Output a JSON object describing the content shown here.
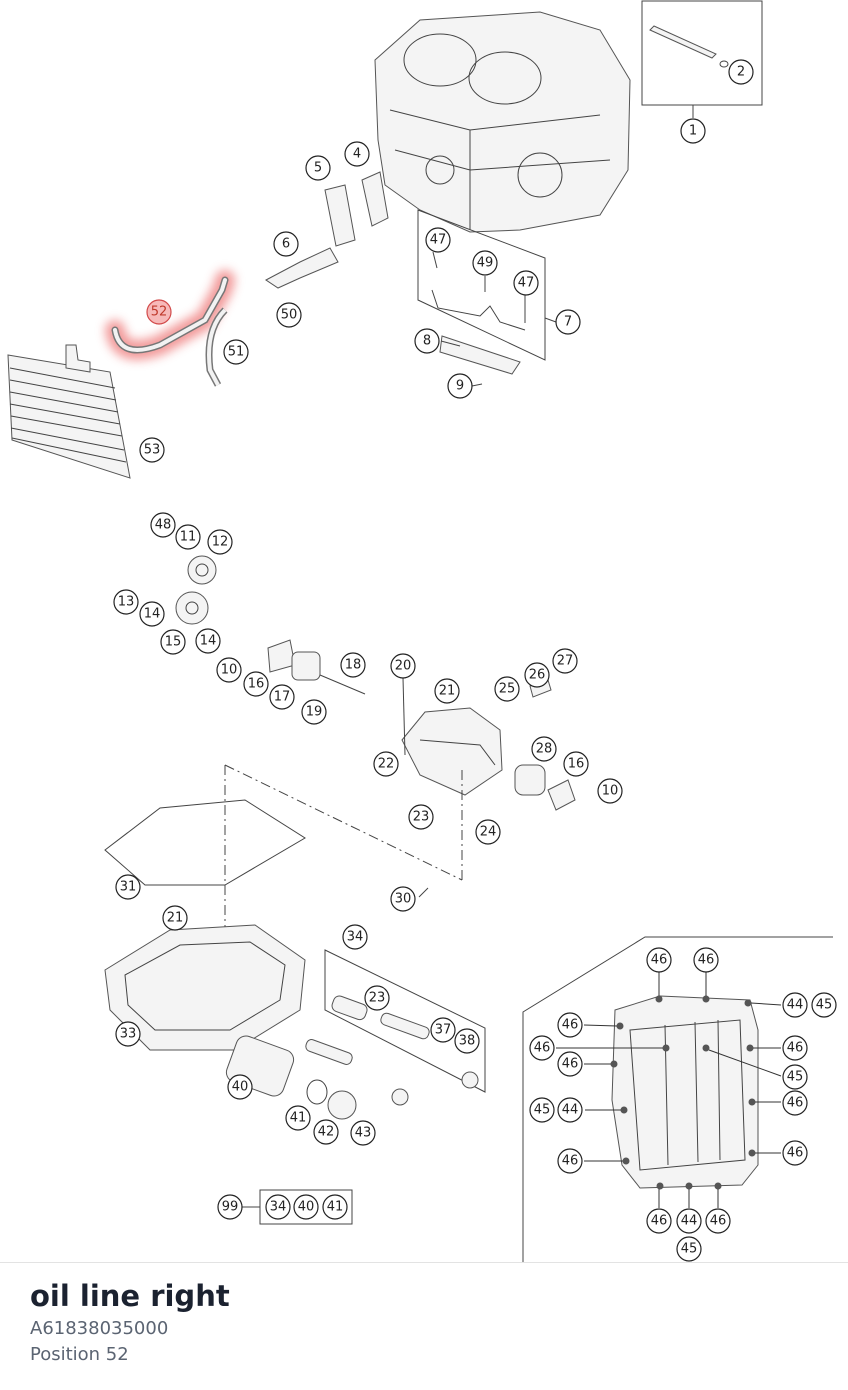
{
  "part": {
    "name": "oil line right",
    "number": "A61838035000",
    "position_label": "Position 52"
  },
  "highlighted_callout": "52",
  "callouts": {
    "c1": "1",
    "c2": "2",
    "c4": "4",
    "c5": "5",
    "c6": "6",
    "c7": "7",
    "c8": "8",
    "c9": "9",
    "c10a": "10",
    "c10b": "10",
    "c11": "11",
    "c12": "12",
    "c13": "13",
    "c14a": "14",
    "c14b": "14",
    "c15": "15",
    "c16a": "16",
    "c16b": "16",
    "c17": "17",
    "c18": "18",
    "c19": "19",
    "c20": "20",
    "c21a": "21",
    "c21b": "21",
    "c22": "22",
    "c23a": "23",
    "c23b": "23",
    "c24": "24",
    "c25": "25",
    "c26": "26",
    "c27": "27",
    "c28": "28",
    "c30": "30",
    "c31": "31",
    "c33": "33",
    "c34a": "34",
    "c34b": "34",
    "c37": "37",
    "c38": "38",
    "c40a": "40",
    "c40b": "40",
    "c41a": "41",
    "c41b": "41",
    "c42": "42",
    "c43": "43",
    "c44a": "44",
    "c44b": "44",
    "c44c": "44",
    "c45a": "45",
    "c45b": "45",
    "c45c": "45",
    "c45d": "45",
    "c46a": "46",
    "c46b": "46",
    "c46c": "46",
    "c46d": "46",
    "c46e": "46",
    "c46f": "46",
    "c46g": "46",
    "c46h": "46",
    "c46i": "46",
    "c46j": "46",
    "c46k": "46",
    "c47a": "47",
    "c47b": "47",
    "c48": "48",
    "c49": "49",
    "c50": "50",
    "c51": "51",
    "c52": "52",
    "c53": "53",
    "c99": "99"
  },
  "colors": {
    "highlight": "#e84a4a",
    "title": "#1b2230",
    "subtitle": "#5b6472"
  }
}
